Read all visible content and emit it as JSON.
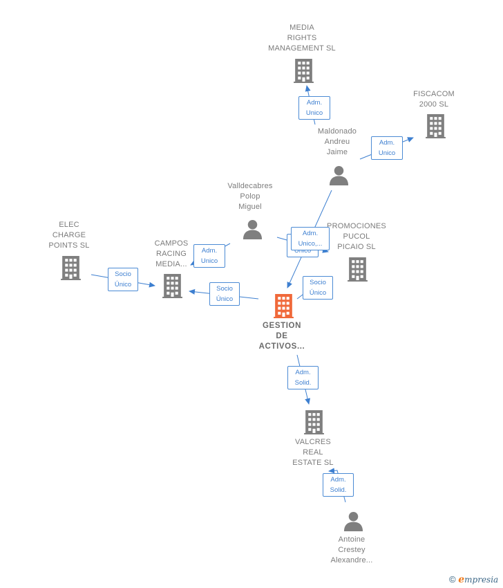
{
  "colors": {
    "edge": "#3d7fd0",
    "building": "#7f7f7f",
    "building_main": "#f0693a",
    "person": "#7f7f7f"
  },
  "nodes": {
    "media_rights": {
      "label": "MEDIA\nRIGHTS\nMANAGEMENT SL",
      "icon": "building-icon"
    },
    "fiscacom": {
      "label": "FISCACOM\n2000 SL",
      "icon": "building-icon"
    },
    "maldonado": {
      "label": "Maldonado\nAndreu\nJaime",
      "icon": "person-icon"
    },
    "valldecabres": {
      "label": "Valldecabres\nPolop\nMiguel",
      "icon": "person-icon"
    },
    "promociones": {
      "label": "PROMOCIONES\nPUCOL\nPICAIO SL",
      "icon": "building-icon"
    },
    "elec": {
      "label": "ELEC\nCHARGE\nPOINTS  SL",
      "icon": "building-icon"
    },
    "campos": {
      "label": "CAMPOS\nRACING\nMEDIA...",
      "icon": "building-icon"
    },
    "gestion": {
      "label": "GESTION\nDE\nACTIVOS...",
      "icon": "building-icon"
    },
    "valcres": {
      "label": "VALCRES\nREAL\nESTATE  SL",
      "icon": "building-icon"
    },
    "antoine": {
      "label": "Antoine\nCrestey\nAlexandre...",
      "icon": "person-icon"
    }
  },
  "edges": {
    "maldonado_media": "Adm.\nUnico",
    "maldonado_fiscacom": "Adm.\nUnico",
    "maldonado_gestion": "Adm.\nUnico,...",
    "valldecabres_campos": "Adm.\nUnico",
    "valldecabres_promociones": "Adm.\nUnico",
    "gestion_promociones": "Socio\nÚnico",
    "elec_campos": "Socio\nÚnico",
    "gestion_campos": "Socio\nÚnico",
    "gestion_valcres": "Adm.\nSolid.",
    "antoine_valcres": "Adm.\nSolid."
  },
  "footer": {
    "copyright": "©",
    "brand_e": "e",
    "brand_rest": "mpresia"
  }
}
